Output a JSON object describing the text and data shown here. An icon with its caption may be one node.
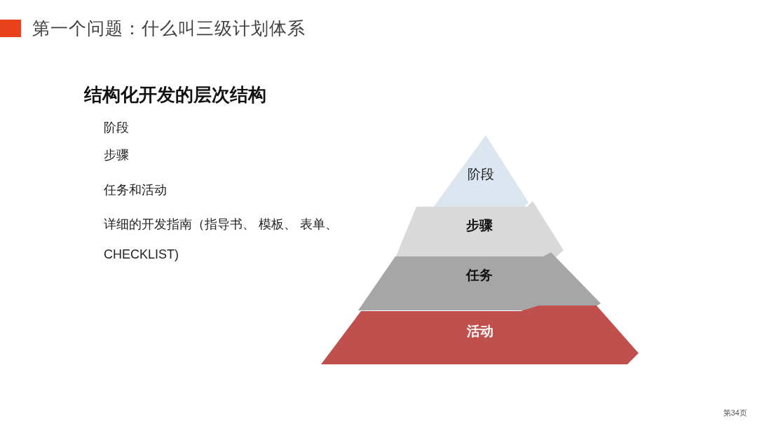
{
  "diagram": {
    "title": "第一个问题：什么叫三级计划体系",
    "nodes": [
      {
        "text": [
          "阶段"
        ]
      },
      {
        "text": [
          "步骤"
        ]
      },
      {
        "text": [
          "任务"
        ]
      },
      {
        "text": [
          "活动"
        ]
      }
    ],
    "edges": [],
    "labels": [
      "结构化开发的层次结构",
      "阶段",
      "步骤",
      "任务和活动",
      "详细的开发指南（指导书、 模板、 表单、CHECKLIST)",
      "第34页"
    ]
  }
}
